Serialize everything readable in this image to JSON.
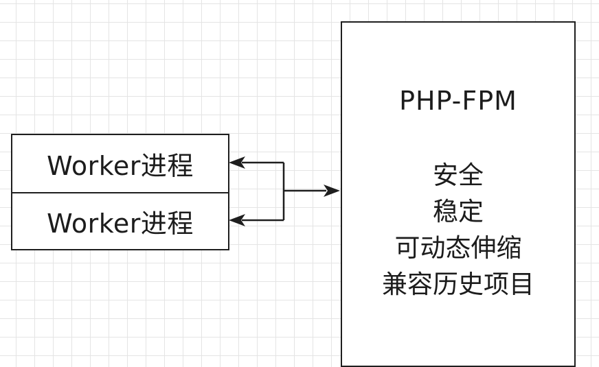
{
  "workers": [
    {
      "label": "Worker进程"
    },
    {
      "label": "Worker进程"
    }
  ],
  "fpm": {
    "title": "PHP-FPM",
    "features": [
      "安全",
      "稳定",
      "可动态伸缩",
      "兼容历史项目"
    ]
  },
  "colors": {
    "line": "#1e1e1e",
    "grid": "#e4e4e4",
    "background": "#ffffff"
  }
}
